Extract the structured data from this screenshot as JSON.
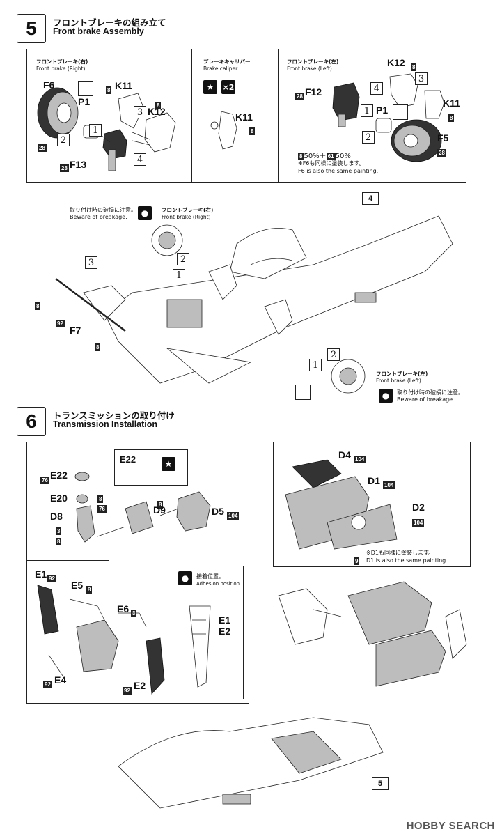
{
  "step5": {
    "number": "5",
    "title_jp": "フロントブレーキの組み立て",
    "title_en": "Front brake Assembly",
    "box_right": {
      "jp": "フロントブレーキ(右)",
      "en": "Front brake (Right)"
    },
    "box_caliper": {
      "jp": "ブレーキキャリパー",
      "en": "Brake caliper",
      "times": "×2"
    },
    "box_left": {
      "jp": "フロントブレーキ(左)",
      "en": "Front brake (Left)"
    },
    "parts_right": [
      "F6",
      "P1",
      "K11",
      "K12",
      "F13"
    ],
    "parts_left": [
      "K12",
      "F12",
      "P1",
      "K11",
      "F5"
    ],
    "caliper_part": "K11",
    "color_note": "50%＋",
    "color_note2": "50%",
    "color_code_a": "8",
    "color_code_b": "61",
    "same_paint_jp": "※F6も同様に塗装します。",
    "same_paint_en": "F6 is also the same painting.",
    "caution_jp": "取り付け時の破損に注意。",
    "caution_en": "Beware of breakage.",
    "main_right_jp": "フロントブレーキ(右)",
    "main_right_en": "Front brake (Right)",
    "main_left_jp": "フロントブレーキ(左)",
    "main_left_en": "Front brake (Left)",
    "caution2_jp": "取り付け時の破損に注意。",
    "caution2_en": "Beware of breakage.",
    "f7": "F7",
    "ref_step": "4"
  },
  "step6": {
    "number": "6",
    "title_jp": "トランスミッションの取り付け",
    "title_en": "Transmission Installation",
    "parts": [
      "E22",
      "E20",
      "D8",
      "D9",
      "D5",
      "E22",
      "D4",
      "D1",
      "D2",
      "E1",
      "E5",
      "E6",
      "E4",
      "E2"
    ],
    "adhesion_jp": "接着位置。",
    "adhesion_en": "Adhesion position.",
    "adhesion_parts": [
      "E1",
      "E2"
    ],
    "same_paint_jp": "※D1も同様に塗装します。",
    "same_paint_en": "D1 is also the same painting.",
    "ref_step": "5"
  },
  "colors": {
    "primary": "#222222",
    "paper": "#ffffff"
  },
  "footer": {
    "brand": "HOBBY SEARCH"
  }
}
